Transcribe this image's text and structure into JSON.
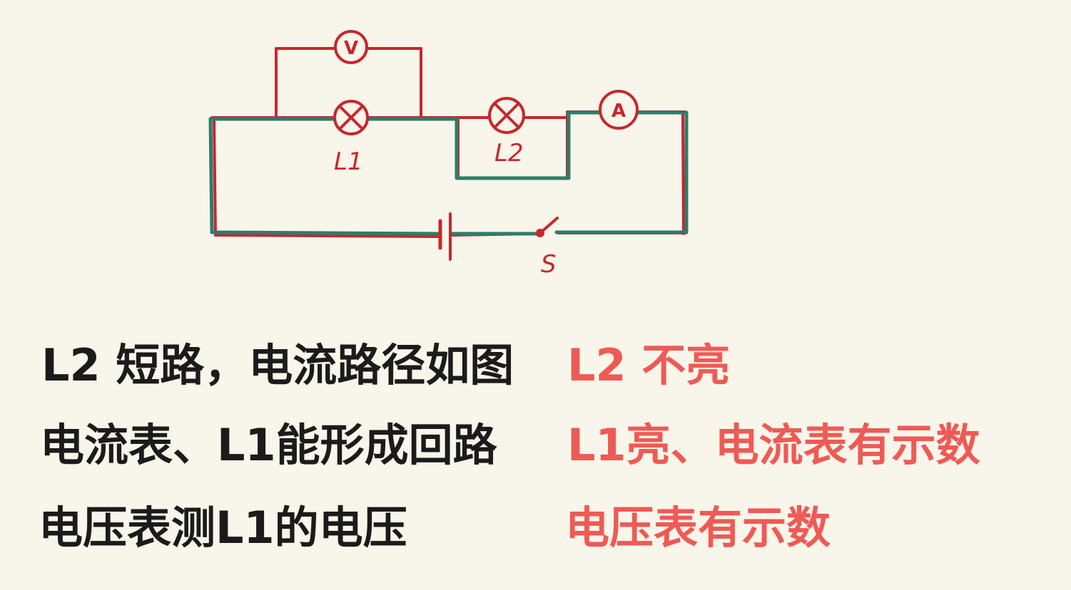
{
  "diagram": {
    "labels": {
      "voltmeter": "V",
      "ammeter": "A",
      "lamp1": "L1",
      "lamp2": "L2",
      "switch": "S"
    },
    "colors": {
      "red_wire": "#c8262c",
      "green_path": "#2e7c6a",
      "background": "#f8f5ea"
    }
  },
  "explanation": {
    "rows": [
      {
        "statement": "L2 短路，电流路径如图",
        "result": "L2 不亮"
      },
      {
        "statement": "电流表、L1能形成回路",
        "result": "L1亮、电流表有示数"
      },
      {
        "statement": "电压表测L1的电压",
        "result": "电压表有示数"
      }
    ],
    "colors": {
      "statement": "#1b1b1b",
      "result": "#ef5a55"
    }
  }
}
